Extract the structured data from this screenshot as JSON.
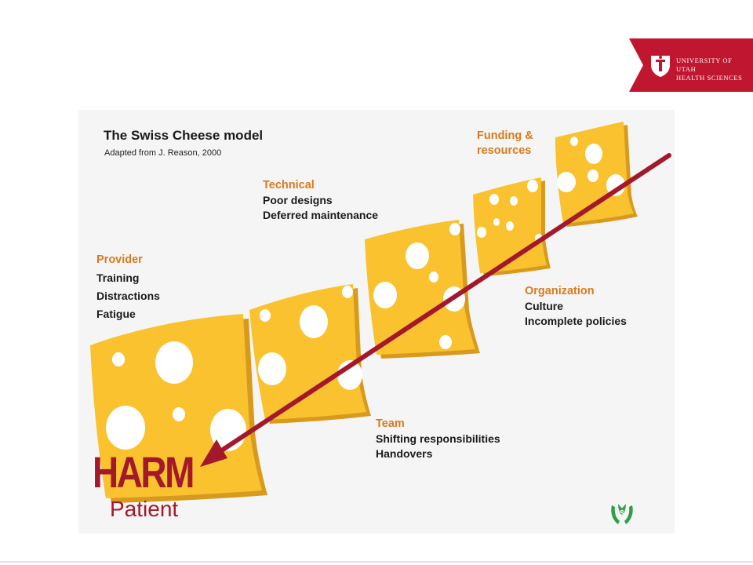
{
  "brand": {
    "line1": "UNIVERSITY OF UTAH",
    "line2": "HEALTH SCIENCES",
    "color": "#c0162f"
  },
  "diagram": {
    "title": "The Swiss Cheese model",
    "subtitle": "Adapted from J. Reason, 2000",
    "layers": {
      "provider": {
        "heading": "Provider",
        "items": [
          "Training",
          "Distractions",
          "Fatigue"
        ]
      },
      "technical": {
        "heading": "Technical",
        "items": [
          "Poor designs",
          "Deferred maintenance"
        ]
      },
      "funding": {
        "heading_line1": "Funding &",
        "heading_line2": "resources"
      },
      "organization": {
        "heading": "Organization",
        "items": [
          "Culture",
          "Incomplete policies"
        ]
      },
      "team": {
        "heading": "Team",
        "items": [
          "Shifting responsibilities",
          "Handovers"
        ]
      }
    },
    "outcome": {
      "harm": "HARM",
      "patient": "Patient"
    },
    "colors": {
      "cheese": "#f9c22e",
      "cheese_edge": "#e0a21a",
      "arrow": "#a3182a",
      "heading": "#d97a1c"
    },
    "icons": {
      "brand": "university-seal-icon",
      "footer": "caring-hands-icon"
    }
  }
}
